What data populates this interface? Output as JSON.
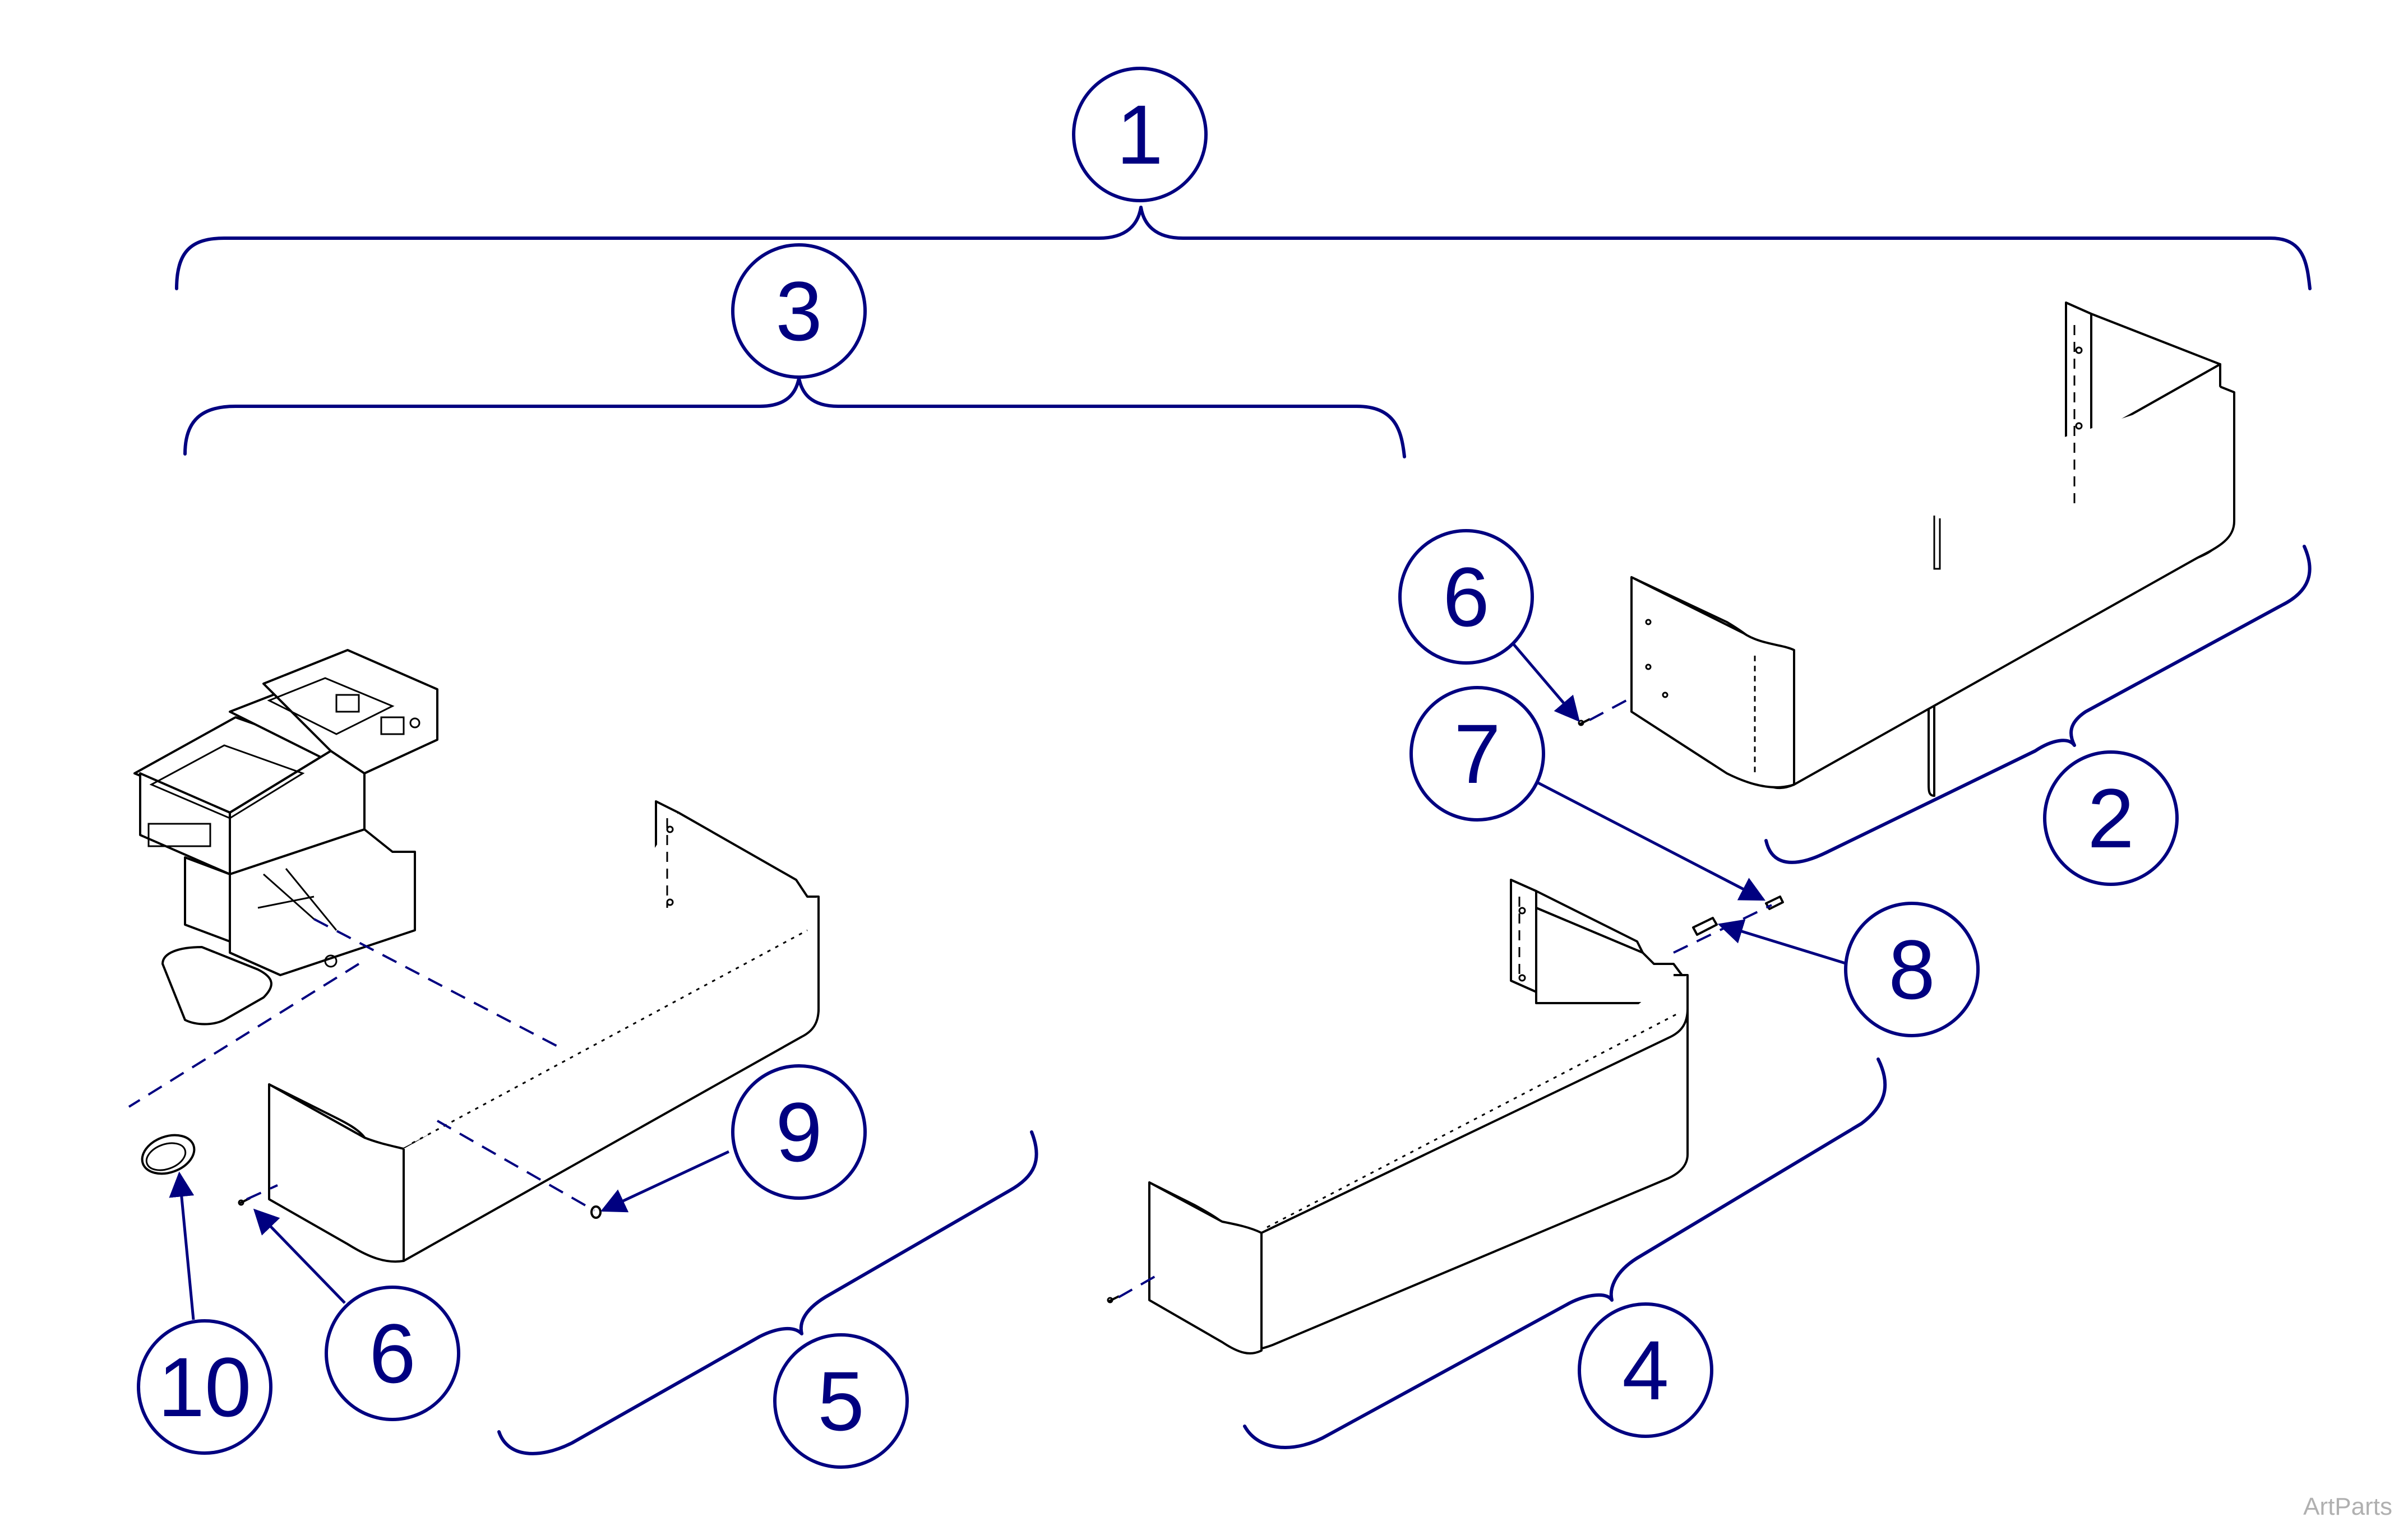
{
  "callouts": {
    "c1": "1",
    "c2": "2",
    "c3": "3",
    "c4": "4",
    "c5": "5",
    "c6_top": "6",
    "c6_bottom": "6",
    "c7": "7",
    "c8": "8",
    "c9": "9",
    "c10": "10"
  },
  "watermark": "ArtParts",
  "colors": {
    "callout_stroke": "#000080",
    "line_art": "#000000",
    "watermark": "#b0b0b0"
  }
}
